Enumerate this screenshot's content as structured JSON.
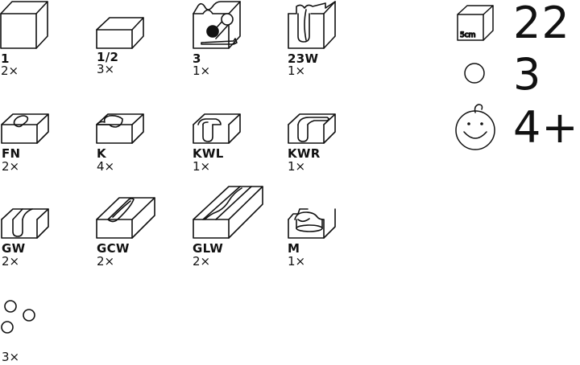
{
  "pieces": [
    {
      "code": "1",
      "qty": "2×",
      "icon": "full-cube-icon"
    },
    {
      "code": "1/2",
      "qty": "3×",
      "icon": "half-cube-icon"
    },
    {
      "code": "3",
      "qty": "1×",
      "icon": "ball-drop-cube-icon"
    },
    {
      "code": "23W",
      "qty": "1×",
      "icon": "double-channel-cube-icon"
    },
    {
      "code": "FN",
      "qty": "2×",
      "icon": "funnel-block-icon"
    },
    {
      "code": "K",
      "qty": "4×",
      "icon": "curve-block-icon"
    },
    {
      "code": "KWL",
      "qty": "1×",
      "icon": "curve-drop-left-icon"
    },
    {
      "code": "KWR",
      "qty": "1×",
      "icon": "curve-drop-right-icon"
    },
    {
      "code": "GW",
      "qty": "2×",
      "icon": "straight-drop-block-icon"
    },
    {
      "code": "GCW",
      "qty": "2×",
      "icon": "straight-channel-block-icon"
    },
    {
      "code": "GLW",
      "qty": "2×",
      "icon": "long-channel-block-icon"
    },
    {
      "code": "M",
      "qty": "1×",
      "icon": "merge-block-icon"
    },
    {
      "code": "",
      "qty": "3×",
      "icon": "marbles-icon"
    }
  ],
  "summary": {
    "cube_label": "5cm",
    "cube_count": "22",
    "marble_count": "3",
    "age": "4+"
  }
}
